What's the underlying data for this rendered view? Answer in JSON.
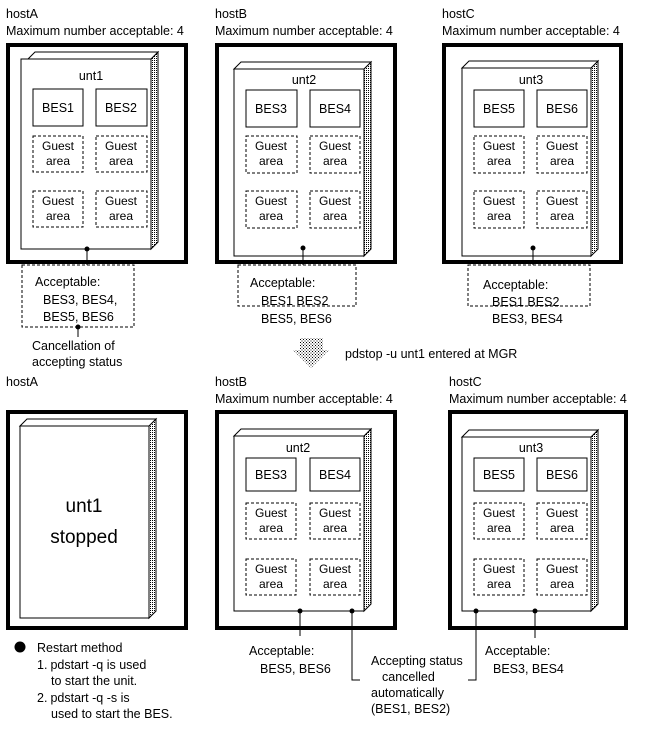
{
  "top": {
    "hostA": {
      "name": "hostA",
      "max": "Maximum number acceptable: 4",
      "unit": "unt1",
      "bes1": "BES1",
      "bes2": "BES2"
    },
    "hostB": {
      "name": "hostB",
      "max": "Maximum number acceptable: 4",
      "unit": "unt2",
      "bes1": "BES3",
      "bes2": "BES4"
    },
    "hostC": {
      "name": "hostC",
      "max": "Maximum number acceptable: 4",
      "unit": "unt3",
      "bes1": "BES5",
      "bes2": "BES6"
    },
    "guest_line1": "Guest",
    "guest_line2": "area",
    "accA": {
      "title": "Acceptable:",
      "line1": "BES3, BES4,",
      "line2": "BES5, BES6"
    },
    "accB": {
      "title": "Acceptable:",
      "line1": "BES1 BES2",
      "line2": "BES5, BES6"
    },
    "accC": {
      "title": "Acceptable:",
      "line1": "BES1 BES2",
      "line2": "BES3, BES4"
    },
    "cancel_line1": "Cancellation of",
    "cancel_line2": "accepting status"
  },
  "transition": {
    "command": "pdstop -u unt1",
    "suffix": " entered at MGR"
  },
  "bottom": {
    "hostA": {
      "name": "hostA",
      "stopped_line1": "unt1",
      "stopped_line2": "stopped"
    },
    "hostB": {
      "name": "hostB",
      "max": "Maximum number acceptable: 4",
      "unit": "unt2",
      "bes1": "BES3",
      "bes2": "BES4"
    },
    "hostC": {
      "name": "hostC",
      "max": "Maximum number acceptable: 4",
      "unit": "unt3",
      "bes1": "BES5",
      "bes2": "BES6"
    },
    "accB": {
      "title": "Acceptable:",
      "line1": "BES5, BES6"
    },
    "accC": {
      "title": "Acceptable:",
      "line1": "BES3, BES4"
    },
    "auto_cancel": {
      "line1": "Accepting status",
      "line2": "cancelled",
      "line3": "automatically",
      "line4": "(BES1, BES2)"
    },
    "restart": {
      "title": "Restart method",
      "step1_num": "1.",
      "step1_cmd": "pdstart -q",
      "step1_rest": " is used",
      "step1_line2": "to start the unit.",
      "step2_num": "2.",
      "step2_cmd": "pdstart -q -s",
      "step2_rest": " is",
      "step2_line2": "used to start the BES."
    }
  }
}
